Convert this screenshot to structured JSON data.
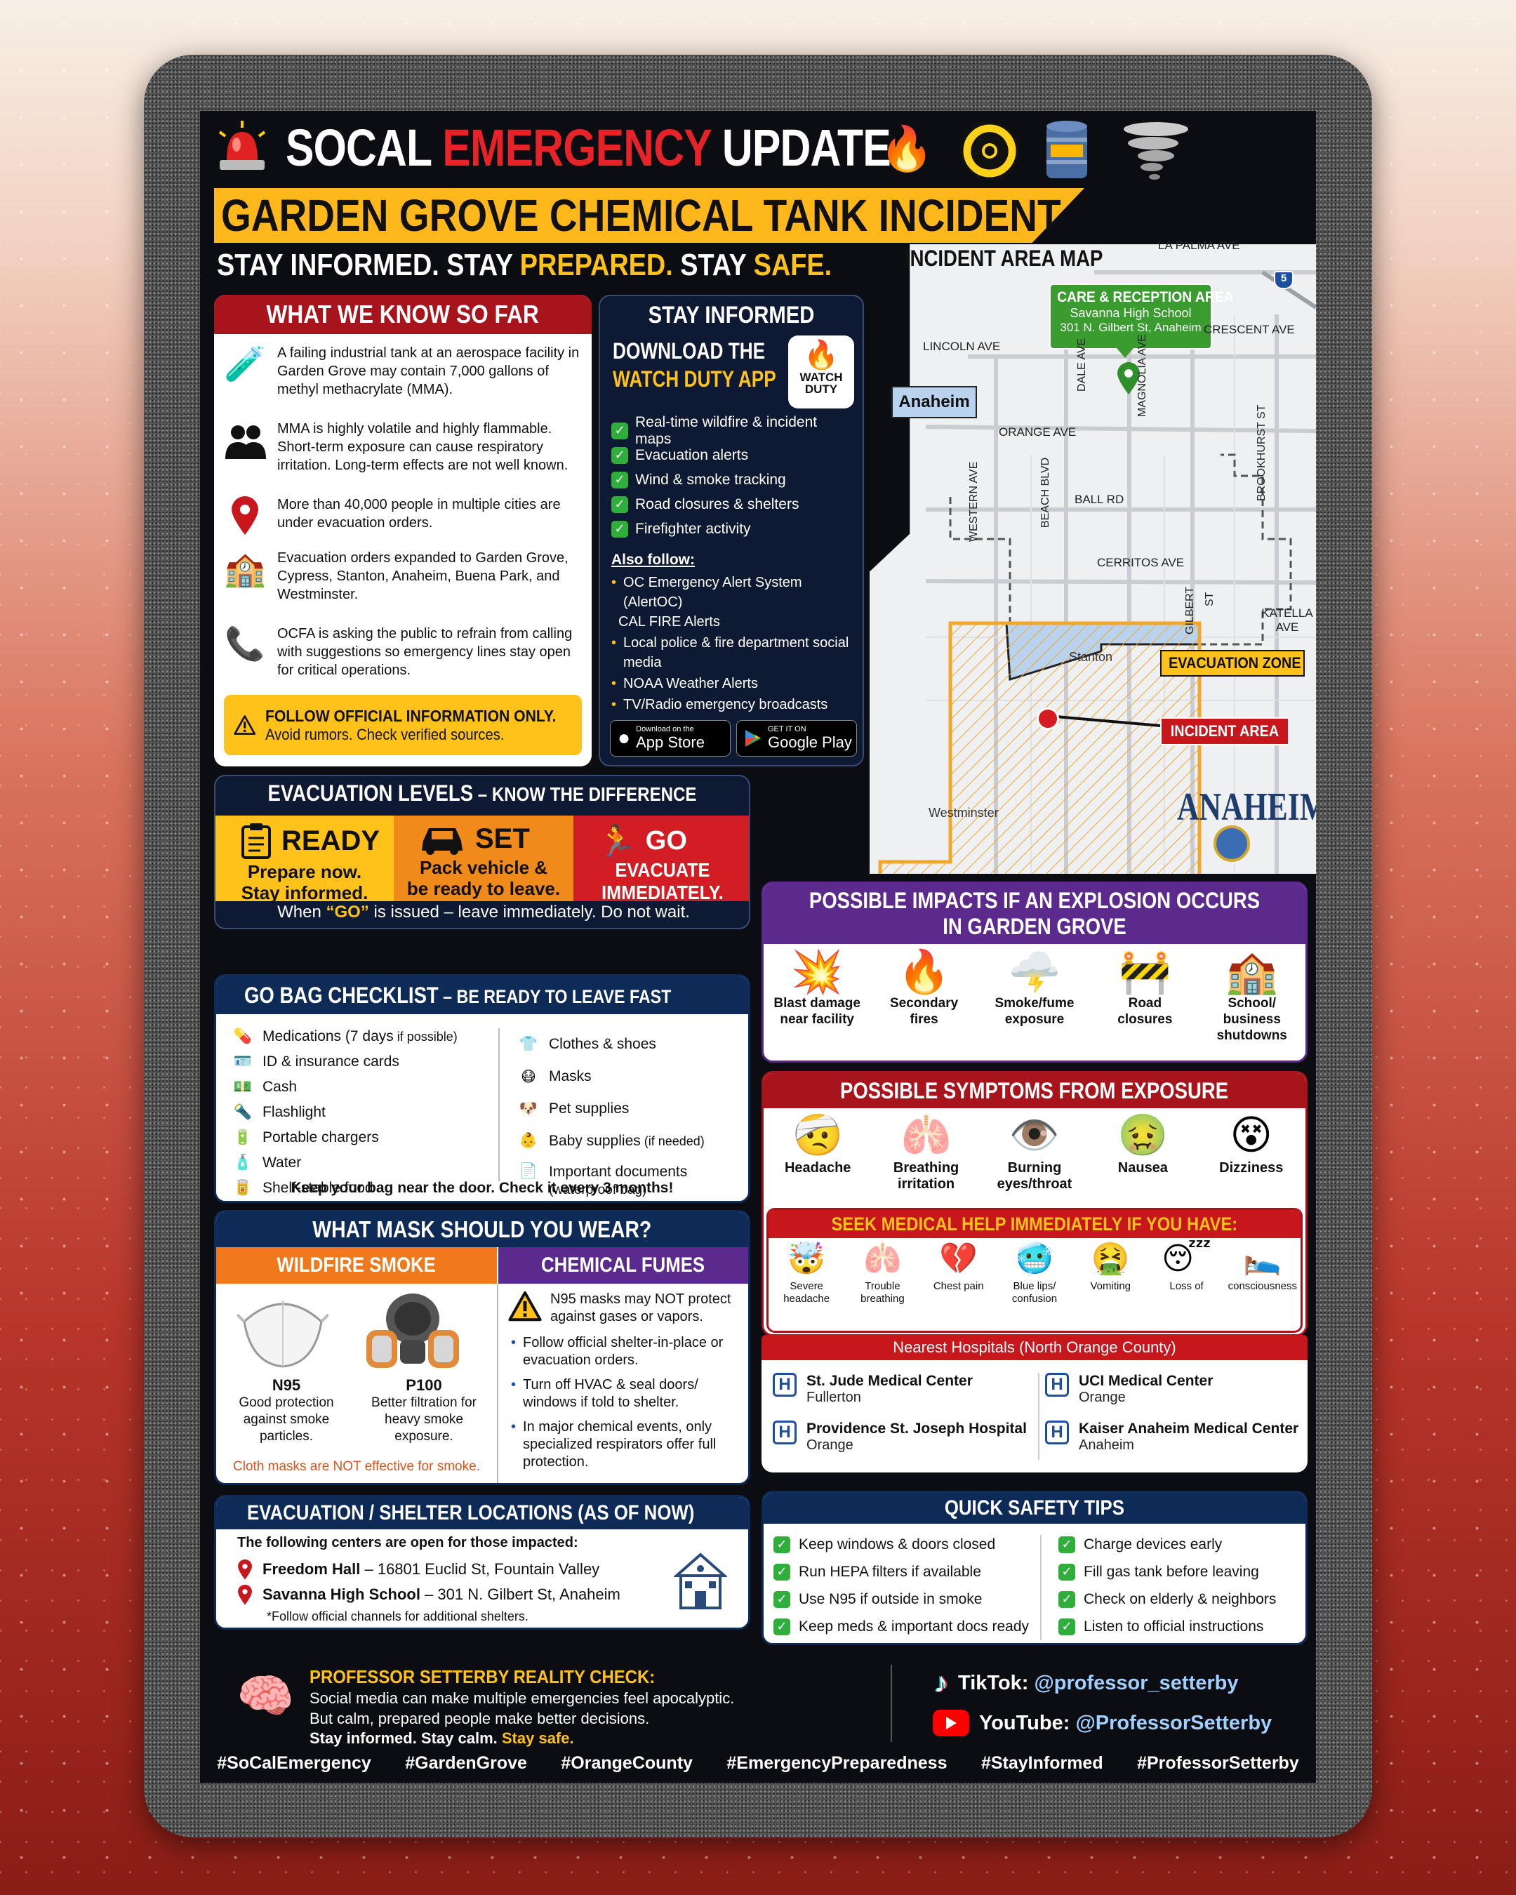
{
  "header": {
    "title_a": "SOCAL ",
    "title_b": "EMERGENCY",
    "title_c": " UPDATE",
    "incident": "GARDEN GROVE CHEMICAL TANK INCIDENT",
    "tag_a": "STAY INFORMED. STAY ",
    "tag_b": "PREPARED.",
    "tag_c": " STAY ",
    "tag_d": "SAFE."
  },
  "know": {
    "title": "WHAT WE KNOW SO FAR",
    "items": [
      "A failing industrial tank at an aerospace facility in Garden Grove may contain 7,000 gallons of methyl methacrylate (MMA).",
      "MMA is highly volatile and highly flammable. Short-term exposure can cause respiratory irritation. Long-term effects are not well known.",
      "More than 40,000 people in multiple cities are under evacuation orders.",
      "Evacuation orders expanded to Garden Grove, Cypress, Stanton, Anaheim, Buena Park, and Westminster.",
      "OCFA is asking the public to refrain from calling with suggestions so emergency lines stay open for critical operations."
    ],
    "warn_a": "FOLLOW OFFICIAL INFORMATION ONLY.",
    "warn_b": "Avoid rumors. Check verified sources."
  },
  "informed": {
    "title": "STAY INFORMED",
    "dl_a": "DOWNLOAD THE",
    "dl_b": "WATCH DUTY APP",
    "app": "WATCH DUTY",
    "features": [
      "Real-time wildfire & incident maps",
      "Evacuation alerts",
      "Wind & smoke tracking",
      "Road closures & shelters",
      "Firefighter activity"
    ],
    "also": "Also follow:",
    "follow": [
      "OC Emergency Alert System (AlertOC)",
      "CAL FIRE Alerts",
      "Local police & fire department social media",
      "NOAA Weather Alerts",
      "TV/Radio emergency broadcasts"
    ],
    "appstore_small": "Download on the",
    "appstore": "App Store",
    "gplay_small": "GET IT ON",
    "gplay": "Google Play"
  },
  "map": {
    "title": "INCIDENT AREA MAP",
    "care_title": "CARE & RECEPTION AREA",
    "care_a": "Savanna High School",
    "care_b": "301 N. Gilbert St, Anaheim",
    "anaheim": "Anaheim",
    "roads": {
      "la_palma": "LA PALMA AVE",
      "lincoln": "LINCOLN AVE",
      "crescent": "CRESCENT AVE",
      "orange": "ORANGE AVE",
      "ball": "BALL RD",
      "cerritos": "CERRITOS AVE",
      "katella": "KATELLA AVE",
      "dale": "DALE AVE",
      "magnolia": "MAGNOLIA AVE",
      "western": "WESTERN AVE",
      "beach": "BEACH BLVD",
      "gilbert": "GILBERT",
      "st": "ST",
      "brookhurst": "BROOKHURST ST",
      "i5": "5"
    },
    "stanton": "Stanton",
    "westminster": "Westminster",
    "evac_zone": "EVACUATION ZONE",
    "incident_area": "INCIDENT AREA",
    "logo": "ANAHEIM"
  },
  "levels": {
    "title_a": "EVACUATION LEVELS",
    "title_b": " – KNOW THE DIFFERENCE",
    "ready": "READY",
    "ready_d1": "Prepare now.",
    "ready_d2": "Stay informed.",
    "set": "SET",
    "set_d1": "Pack vehicle &",
    "set_d2": "be ready to leave.",
    "go": "GO",
    "go_d1": "EVACUATE",
    "go_d2": "IMMEDIATELY.",
    "note_a": "When ",
    "note_b": "“GO”",
    "note_c": " is issued – leave immediately. Do not wait."
  },
  "impacts": {
    "title_a": "POSSIBLE IMPACTS IF AN EXPLOSION OCCURS",
    "title_b": "IN GARDEN GROVE",
    "items": [
      "Blast damage near facility",
      "Secondary fires",
      "Smoke/fume exposure",
      "Road closures",
      "School/ business shutdowns"
    ]
  },
  "gobag": {
    "title_a": "GO BAG CHECKLIST",
    "title_b": " – BE READY TO LEAVE FAST",
    "left": [
      {
        "t": "Medications (7 days",
        "s": " if possible)"
      },
      {
        "t": "ID & insurance cards",
        "s": ""
      },
      {
        "t": "Cash",
        "s": ""
      },
      {
        "t": "Flashlight",
        "s": ""
      },
      {
        "t": "Portable chargers",
        "s": ""
      },
      {
        "t": "Water",
        "s": ""
      },
      {
        "t": "Shelf-stable food",
        "s": ""
      }
    ],
    "right": [
      {
        "t": "Clothes & shoes",
        "s": ""
      },
      {
        "t": "Masks",
        "s": ""
      },
      {
        "t": "Pet supplies",
        "s": ""
      },
      {
        "t": "Baby supplies",
        "s": " (if needed)"
      },
      {
        "t": "Important documents",
        "s": "(waterproof bag)"
      }
    ],
    "note": "Keep your bag near the door. Check it every 3 months!"
  },
  "symptoms": {
    "title": "POSSIBLE SYMPTOMS FROM EXPOSURE",
    "items": [
      "Headache",
      "Breathing irritation",
      "Burning eyes/throat",
      "Nausea",
      "Dizziness"
    ],
    "seek": "SEEK MEDICAL HELP IMMEDIATELY IF YOU HAVE:",
    "urgent": [
      "Severe headache",
      "Trouble breathing",
      "Chest pain",
      "Blue lips/ confusion",
      "Vomiting",
      "Loss of",
      "consciousness"
    ]
  },
  "hospitals": {
    "title": "Nearest Hospitals (North Orange County)",
    "items": [
      {
        "n": "St. Jude Medical Center",
        "c": "Fullerton"
      },
      {
        "n": "UCI Medical Center",
        "c": "Orange"
      },
      {
        "n": "Providence St. Joseph Hospital",
        "c": "Orange"
      },
      {
        "n": "Kaiser Anaheim Medical Center",
        "c": "Anaheim"
      }
    ]
  },
  "mask": {
    "title": "WHAT MASK SHOULD YOU WEAR?",
    "smoke": "WILDFIRE SMOKE",
    "fumes": "CHEMICAL FUMES",
    "n95": "N95",
    "n95_d": "Good protection against smoke particles.",
    "p100": "P100",
    "p100_d": "Better filtration for heavy smoke exposure.",
    "cloth": "Cloth masks are NOT effective for smoke.",
    "warn": "N95 masks may NOT protect against gases or vapors.",
    "tips": [
      "Follow official shelter-in-place or evacuation orders.",
      "Turn off HVAC & seal doors/ windows if told to shelter.",
      "In major chemical events, only specialized respirators offer full protection."
    ]
  },
  "tips": {
    "title": "QUICK SAFETY TIPS",
    "left": [
      "Keep windows & doors closed",
      "Run HEPA filters if available",
      "Use N95 if outside in smoke",
      "Keep meds & important docs ready"
    ],
    "right": [
      "Charge devices early",
      "Fill gas tank before leaving",
      "Check on elderly & neighbors",
      "Listen to official instructions"
    ]
  },
  "shelter": {
    "title": "EVACUATION / SHELTER LOCATIONS (AS OF NOW)",
    "intro": "The following centers are open for those impacted:",
    "items": [
      {
        "n": "Freedom Hall",
        "a": " – 16801 Euclid St, Fountain Valley"
      },
      {
        "n": "Savanna High School",
        "a": " – 301 N. Gilbert St, Anaheim"
      }
    ],
    "note": "*Follow official channels for additional shelters."
  },
  "footer": {
    "prof": "PROFESSOR SETTERBY REALITY CHECK:",
    "l1": "Social media can make multiple emergencies feel apocalyptic.",
    "l2": "But calm, prepared people make better decisions.",
    "l3a": "Stay informed. Stay calm. ",
    "l3b": "Stay safe.",
    "tiktok_l": "TikTok: ",
    "tiktok": "@professor_setterby",
    "yt_l": "YouTube: ",
    "yt": "@ProfessorSetterby",
    "tags": [
      "#SoCalEmergency",
      "#GardenGrove",
      "#OrangeCounty",
      "#EmergencyPreparedness",
      "#StayInformed",
      "#ProfessorSetterby"
    ]
  }
}
